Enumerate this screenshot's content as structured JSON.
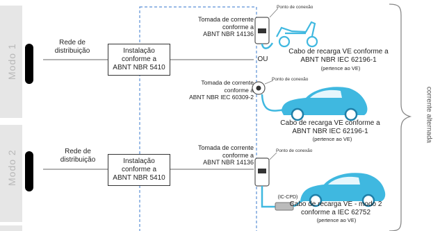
{
  "modes": [
    {
      "label": "Modo 1",
      "redacted": true
    },
    {
      "label": "Modo 2",
      "redacted": true
    }
  ],
  "mode1": {
    "network": "Rede de\ndistribuição",
    "installation": "Instalação\nconforme a\nABNT NBR 5410",
    "socket_a": "Tomada de corrente\nconforme a\nABNT NBR 14136",
    "socket_b": "Tomada de corrente\nconforme a\nABNT NBR IEC 60309-2",
    "connection_point_a": "Ponto de conexão",
    "connection_point_b": "Ponto de conexão",
    "or_label": "OU",
    "cable_a_title": "Cabo de recarga VE conforme a\nABNT NBR IEC 62196-1",
    "cable_a_note": "(pertence ao VE)",
    "cable_b_title": "Cabo de recarga VE conforme a\nABNT NBR IEC 62196-1",
    "cable_b_note": "(pertence ao VE)"
  },
  "mode2": {
    "network": "Rede de\ndistribuição",
    "installation": "Instalação\nconforme a\nABNT NBR 5410",
    "socket": "Tomada de corrente\nconforme a\nABNT NBR 14136",
    "connection_point": "Ponto de conexão",
    "iccpd": "(IC-CPD)",
    "cable_title": "Cabo de recarga VE - modo 2\nconforme a IEC 62752",
    "cable_note": "(pertence ao VE)"
  },
  "side_label": "corrente alternada",
  "colors": {
    "ev_blue": "#3fb8e0",
    "dashed_blue": "#5b8fd6",
    "line_gray": "#999999"
  }
}
